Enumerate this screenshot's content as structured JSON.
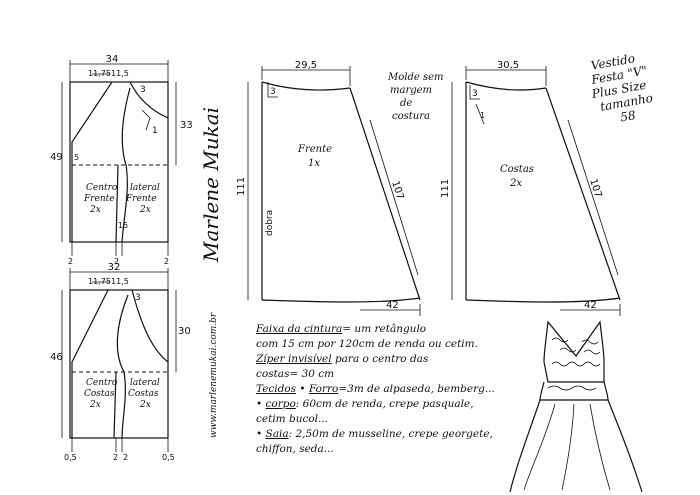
{
  "left_panels": {
    "front": {
      "top_width": "34",
      "neck_a": "11,75",
      "neck_b": "11,5",
      "mark_3": "3",
      "mark_1": "1",
      "height_left": "49",
      "height_right": "33",
      "mark_5": "5",
      "label_center": "Centro Frente 2x",
      "label_side": "lateral Frente 2x",
      "bottom_marks": [
        "2",
        "15",
        "2",
        "2"
      ]
    },
    "back": {
      "top_width": "32",
      "neck_a": "11,75",
      "neck_b": "11,5",
      "mark_3": "3",
      "height_left": "46",
      "height_right": "30",
      "label_center": "Centro Costas 2x",
      "label_side": "lateral Costas 2x",
      "bottom_marks": [
        "0,5",
        "2",
        "2",
        "0,5"
      ]
    }
  },
  "signature": "Marlene Mukai",
  "website": "www.marlenemukai.com.br",
  "skirt_front": {
    "top_width": "29,5",
    "mark_3": "3",
    "side_length": "107",
    "height": "111",
    "fold_label": "dobra",
    "label": "Frente 1x",
    "hem_width": "42"
  },
  "skirt_back": {
    "top_width": "30,5",
    "mark_3": "3",
    "mark_1": "1",
    "side_length": "107",
    "height": "111",
    "label": "Costas 2x",
    "hem_width": "42"
  },
  "mold_note": "Molde sem margem de costura",
  "title": "Vestido Festa \"V\" Plus Size tamanho 58",
  "instructions": {
    "belt_label": "Faixa da cintura",
    "belt_text": "= um retângulo",
    "belt_line2": "com 15 cm por 120cm de renda ou cetim.",
    "zip_label": "Zíper invisível",
    "zip_text": "para o centro das",
    "zip_line2": "costas= 30 cm",
    "fabrics_label": "Tecidos",
    "lining_label": "Forro",
    "lining_text": "=3m de alpaseda, bemberg...",
    "body_label": "corpo",
    "body_text": ": 60cm de renda, crepe pasquale,",
    "body_line2": "cetim bucol...",
    "skirt_label": "Saia",
    "skirt_text": ": 2,50m de musseline, crepe georgete,",
    "skirt_line2": "chiffon, seda..."
  }
}
